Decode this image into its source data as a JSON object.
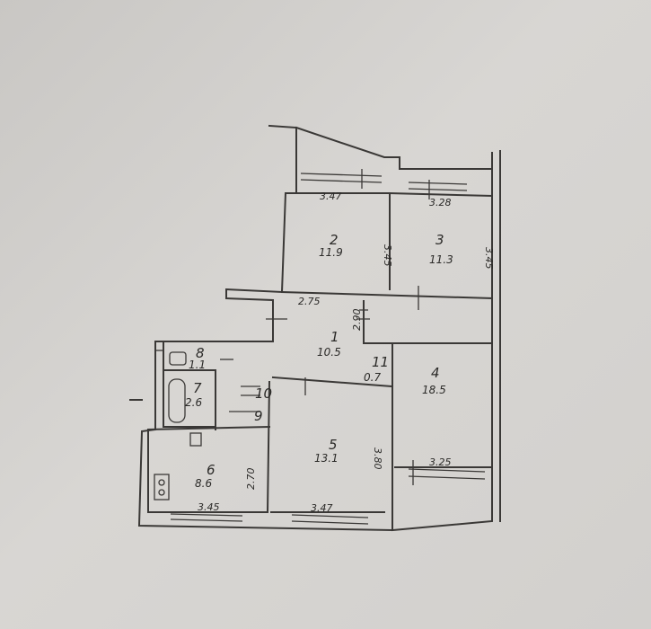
{
  "rooms": [
    {
      "number": "1",
      "area": "10.5"
    },
    {
      "number": "2",
      "area": "11.9"
    },
    {
      "number": "3",
      "area": "11.3"
    },
    {
      "number": "4",
      "area": "18.5"
    },
    {
      "number": "5",
      "area": "13.1"
    },
    {
      "number": "6",
      "area": "8.6"
    },
    {
      "number": "7",
      "area": "2.6"
    },
    {
      "number": "8",
      "area": "1.1"
    },
    {
      "number": "9",
      "area": ""
    },
    {
      "number": "10",
      "area": ""
    },
    {
      "number": "11",
      "area": "0.7"
    }
  ],
  "dimensions": [
    "3.47",
    "3.28",
    "3.45",
    "3.45",
    "2.75",
    "2.90",
    "3.25",
    "3.80",
    "2.70",
    "3.45",
    "3.47"
  ]
}
